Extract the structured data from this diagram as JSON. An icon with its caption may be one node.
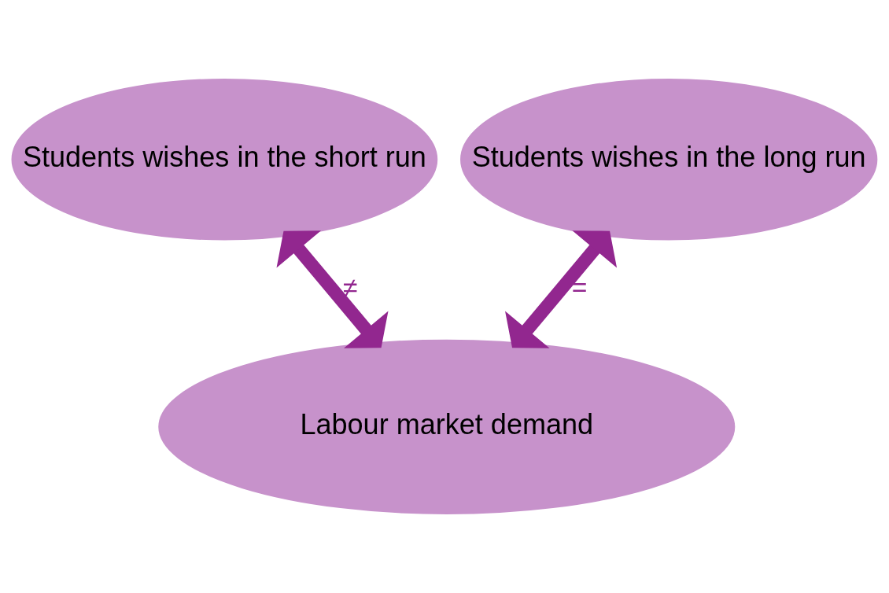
{
  "diagram": {
    "nodes": [
      {
        "text": [
          "Students wishes in the short run"
        ]
      },
      {
        "text": [
          "Students wishes in the long run"
        ]
      },
      {
        "text": [
          "Labour market demand"
        ]
      }
    ],
    "edges": [
      {
        "from": 0,
        "to": 2,
        "arrow": "both",
        "label": "≠"
      },
      {
        "from": 1,
        "to": 2,
        "arrow": "both",
        "label": "="
      }
    ]
  }
}
